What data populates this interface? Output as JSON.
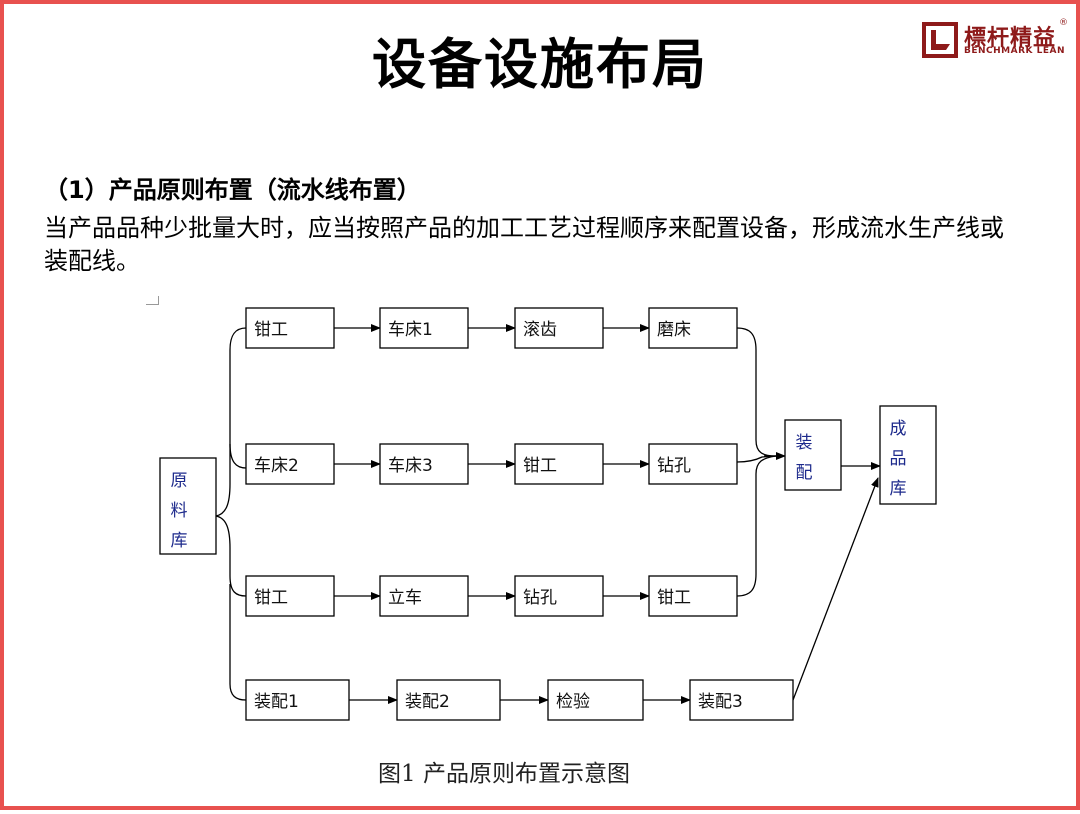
{
  "title": "设备设施布局",
  "logo": {
    "cn": "標杆精益",
    "en": "BENCHMARK LEAN",
    "reg": "®"
  },
  "heading": "（1）产品原则布置（流水线布置）",
  "paragraph": "当产品品种少批量大时，应当按照产品的加工工艺过程顺序来配置设备，形成流水生产线或装配线。",
  "caption": "图1 产品原则布置示意图",
  "diagram": {
    "source": "原料库",
    "assembly": "装配",
    "output": "成品库",
    "rows": [
      [
        "钳工",
        "车床1",
        "滚齿",
        "磨床"
      ],
      [
        "车床2",
        "车床3",
        "钳工",
        "钻孔"
      ],
      [
        "钳工",
        "立车",
        "钻孔",
        "钳工"
      ],
      [
        "装配1",
        "装配2",
        "检验",
        "装配3"
      ]
    ]
  }
}
